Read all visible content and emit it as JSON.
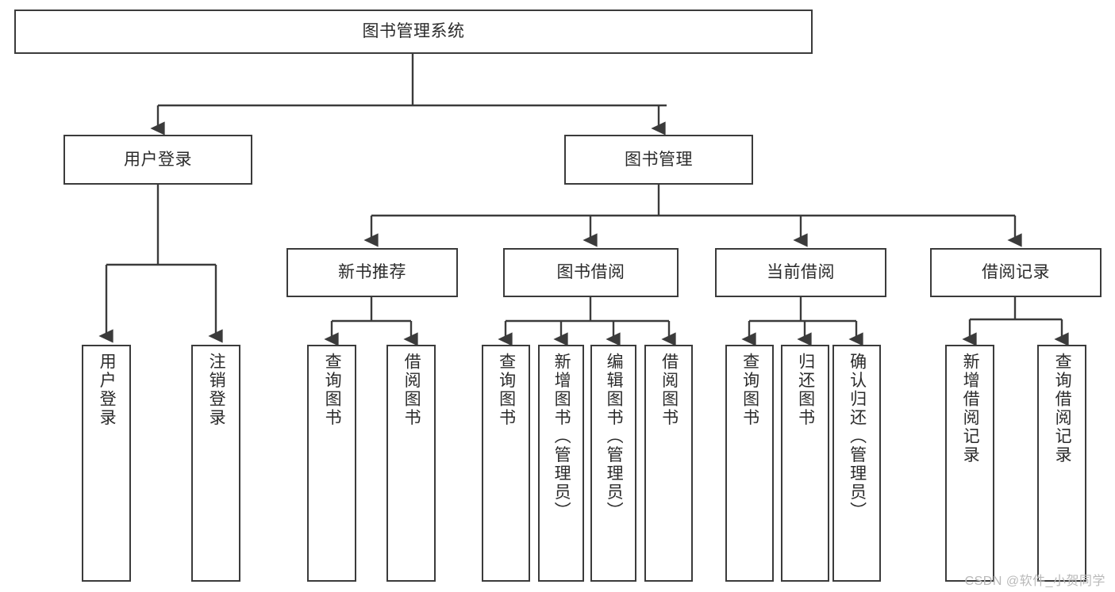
{
  "diagram": {
    "type": "tree-hierarchy",
    "title": "图书管理系统",
    "watermark": "CSDN @软件_小贺同学",
    "colors": {
      "stroke": "#3b3b3b",
      "fill": "#ffffff",
      "text": "#2b2b2b",
      "watermark": "#b9b9b9"
    },
    "nodes": {
      "root": {
        "label": "图书管理系统",
        "level": 0
      },
      "l1": [
        {
          "id": "user-login",
          "label": "用户登录"
        },
        {
          "id": "book-management",
          "label": "图书管理"
        }
      ],
      "l2": [
        {
          "id": "new-book-recommend",
          "label": "新书推荐"
        },
        {
          "id": "book-borrow",
          "label": "图书借阅"
        },
        {
          "id": "current-borrow",
          "label": "当前借阅"
        },
        {
          "id": "borrow-record",
          "label": "借阅记录"
        }
      ],
      "leaves": {
        "user-login": [
          {
            "id": "leaf-user-login",
            "label": "用户登录"
          },
          {
            "id": "leaf-logout",
            "label": "注销登录"
          }
        ],
        "new-book-recommend": [
          {
            "id": "leaf-query-book-1",
            "label": "查询图书"
          },
          {
            "id": "leaf-borrow-book-1",
            "label": "借阅图书"
          }
        ],
        "book-borrow": [
          {
            "id": "leaf-query-book-2",
            "label": "查询图书"
          },
          {
            "id": "leaf-add-book",
            "label": "新增图书（管理员）"
          },
          {
            "id": "leaf-edit-book",
            "label": "编辑图书（管理员）"
          },
          {
            "id": "leaf-borrow-book-2",
            "label": "借阅图书"
          }
        ],
        "current-borrow": [
          {
            "id": "leaf-query-book-3",
            "label": "查询图书"
          },
          {
            "id": "leaf-return-book",
            "label": "归还图书"
          },
          {
            "id": "leaf-confirm-return",
            "label": "确认归还（管理员）"
          }
        ],
        "borrow-record": [
          {
            "id": "leaf-add-record",
            "label": "新增借阅记录"
          },
          {
            "id": "leaf-query-record",
            "label": "查询借阅记录"
          }
        ]
      }
    }
  }
}
